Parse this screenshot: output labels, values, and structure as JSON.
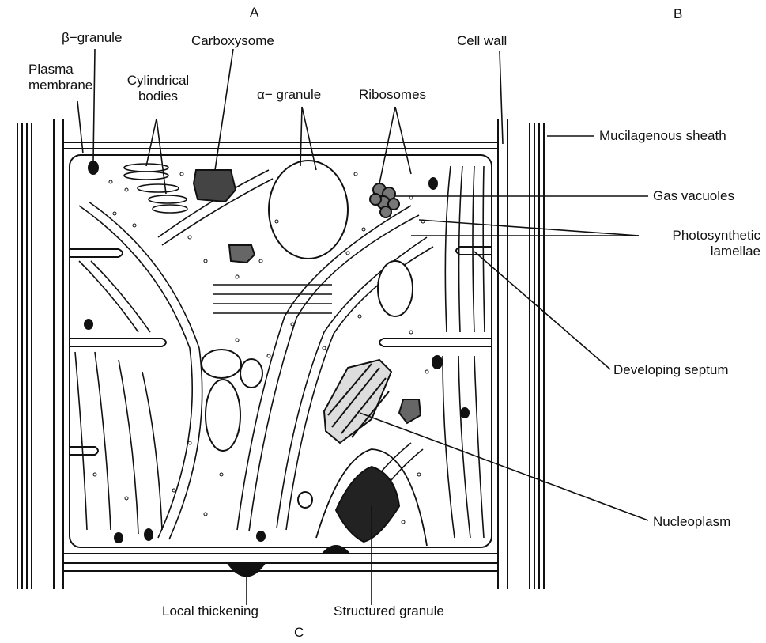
{
  "figure": {
    "letters": {
      "a": "A",
      "b": "B",
      "c": "C"
    },
    "labels": {
      "beta_granule": "β−granule",
      "plasma_membrane": "Plasma membrane",
      "cylindrical_bodies": "Cylindrical bodies",
      "carboxysome": "Carboxysome",
      "alpha_granule": "α− granule",
      "ribosomes": "Ribosomes",
      "cell_wall": "Cell wall",
      "mucilagenous_sheath": "Mucilagenous sheath",
      "gas_vacuoles": "Gas vacuoles",
      "photosynthetic_lamellae": "Photosynthetic lamellae",
      "developing_septum": "Developing septum",
      "nucleoplasm": "Nucleoplasm",
      "local_thickening": "Local thickening",
      "structured_granule": "Structured granule"
    },
    "colors": {
      "ink": "#111111",
      "paper": "#ffffff",
      "granule": "#dcdcdc"
    }
  }
}
